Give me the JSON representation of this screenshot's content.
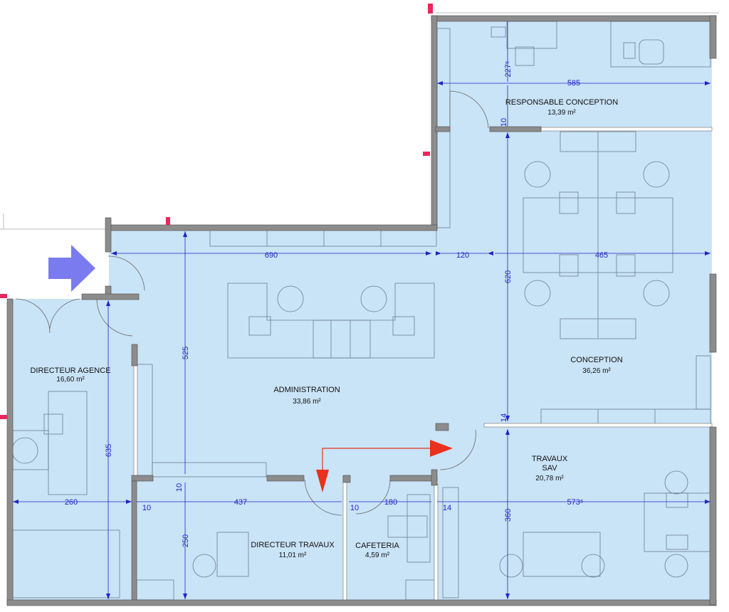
{
  "rooms": [
    {
      "id": "resp",
      "name": "RESPONSABLE CONCEPTION",
      "area": "13,39 m²"
    },
    {
      "id": "concept",
      "name": "CONCEPTION",
      "area": "36,26 m²"
    },
    {
      "id": "admin",
      "name": "ADMINISTRATION",
      "area": "33,86 m²"
    },
    {
      "id": "dirag",
      "name": "DIRECTEUR AGENCE",
      "area": "16,60 m²"
    },
    {
      "id": "travaux",
      "name": "TRAVAUX",
      "name2": "SAV",
      "area": "20,78 m²"
    },
    {
      "id": "dirtrav",
      "name": "DIRECTEUR TRAVAUX",
      "area": "11,01 m²"
    },
    {
      "id": "cafet",
      "name": "CAFETERIA",
      "area": "4,59 m²"
    }
  ],
  "dimensions": {
    "d690": "690",
    "d120": "120",
    "d465": "465",
    "d585": "585",
    "d227": "227⁵",
    "d620": "620",
    "d525": "525",
    "d635": "635",
    "d260": "260",
    "d10a": "10",
    "d10b": "10",
    "d10c": "10",
    "d10d": "10",
    "d437": "437",
    "d180": "180",
    "d14a": "14",
    "d14b": "14",
    "d5735": "573⁵",
    "d360": "360",
    "d250": "250"
  },
  "colors": {
    "floor": "#c9e3f7",
    "wall": "#8c8c8c",
    "dimension": "#2323c8",
    "entrance_arrow": "#7b7bf0",
    "circulation_arrow": "#e8321e",
    "wall_marker": "#e8285a"
  },
  "icons": [
    "entrance-arrow-icon",
    "circulation-arrow-icon"
  ]
}
